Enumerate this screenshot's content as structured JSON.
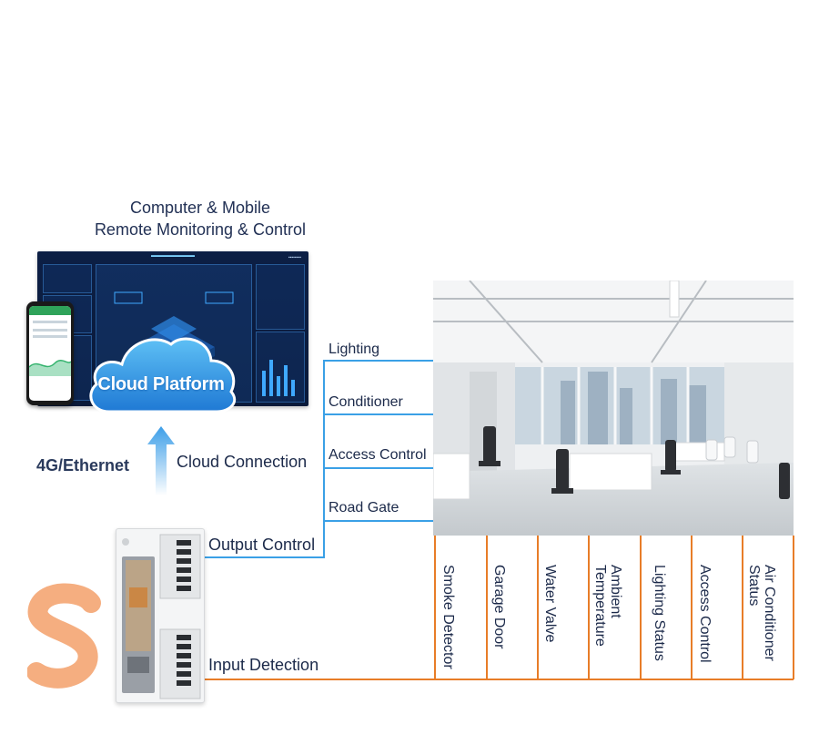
{
  "header": {
    "line1": "Computer & Mobile",
    "line2": "Remote Monitoring & Control"
  },
  "cloud": {
    "label": "Cloud Platform"
  },
  "connection": {
    "left_label": "4G/Ethernet",
    "right_label": "Cloud Connection"
  },
  "controller_links": {
    "output_label": "Output Control",
    "input_label": "Input Detection"
  },
  "outputs": [
    {
      "label": "Lighting"
    },
    {
      "label": "Conditioner"
    },
    {
      "label": "Access Control"
    },
    {
      "label": "Road Gate"
    }
  ],
  "inputs": [
    {
      "label": "Smoke Detector"
    },
    {
      "label": "Garage  Door"
    },
    {
      "label": "Water Valve"
    },
    {
      "label": "Ambient\nTemperature"
    },
    {
      "label": "Lighting Status"
    },
    {
      "label": "Access Control"
    },
    {
      "label": "Air Conditioner\nStatus"
    }
  ],
  "colors": {
    "output_line": "#3aa0e6",
    "input_line": "#e87d28",
    "text": "#1c2a4a",
    "cloud": "#2d8ee0",
    "arrow": "#3c9ee8"
  },
  "icons": {
    "cloud": "cloud-icon",
    "arrow": "arrow-up-icon",
    "phone": "smartphone",
    "dashboard": "monitoring-dashboard",
    "controller": "io-controller",
    "office": "office-photo",
    "watermark": "watermark-s"
  }
}
